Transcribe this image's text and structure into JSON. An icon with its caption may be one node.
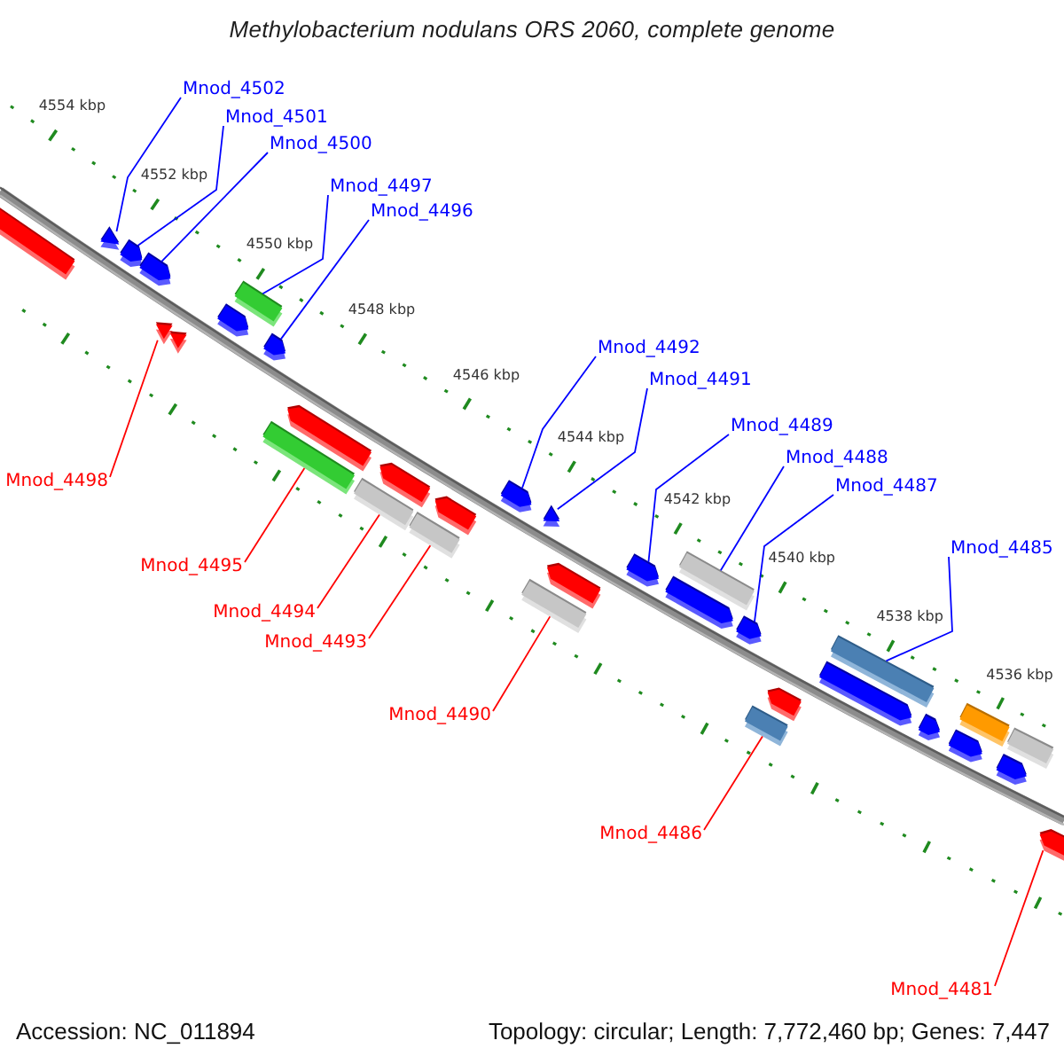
{
  "diagram": {
    "title": "Methylobacterium nodulans ORS 2060, complete genome",
    "nodes": [
      {
        "text": [
          "Mnod_4502"
        ]
      },
      {
        "text": [
          "Mnod_4501"
        ]
      },
      {
        "text": [
          "Mnod_4500"
        ]
      },
      {
        "text": [
          "Mnod_4497"
        ]
      },
      {
        "text": [
          "Mnod_4496"
        ]
      },
      {
        "text": [
          "Mnod_4492"
        ]
      },
      {
        "text": [
          "Mnod_4491"
        ]
      },
      {
        "text": [
          "Mnod_4489"
        ]
      },
      {
        "text": [
          "Mnod_4488"
        ]
      },
      {
        "text": [
          "Mnod_4487"
        ]
      },
      {
        "text": [
          "Mnod_4485"
        ]
      },
      {
        "text": [
          "Mnod_4498"
        ]
      },
      {
        "text": [
          "Mnod_4495"
        ]
      },
      {
        "text": [
          "Mnod_4494"
        ]
      },
      {
        "text": [
          "Mnod_4493"
        ]
      },
      {
        "text": [
          "Mnod_4490"
        ]
      },
      {
        "text": [
          "Mnod_4486"
        ]
      },
      {
        "text": [
          "Mnod_4481"
        ]
      },
      {
        "text": [],
        "shape": "pentagon"
      },
      {
        "text": [],
        "shape": "triangle"
      },
      {
        "text": [],
        "shape": "pentagon"
      },
      {
        "text": [],
        "shape": "pentagon"
      },
      {
        "text": [],
        "shape": "triangle"
      },
      {
        "text": [],
        "shape": "triangle"
      },
      {
        "text": [],
        "shape": "pentagon"
      },
      {
        "text": [],
        "shape": "bar"
      },
      {
        "text": [],
        "shape": "pentagon"
      },
      {
        "text": [],
        "shape": "bar"
      },
      {
        "text": [],
        "shape": "pentagon"
      },
      {
        "text": [],
        "shape": "bar"
      },
      {
        "text": [],
        "shape": "pentagon"
      },
      {
        "text": [],
        "shape": "bar"
      },
      {
        "text": [],
        "shape": "pentagon"
      },
      {
        "text": [],
        "shape": "pentagon"
      },
      {
        "text": [],
        "shape": "triangle"
      },
      {
        "text": [],
        "shape": "bar"
      },
      {
        "text": [],
        "shape": "pentagon"
      },
      {
        "text": [],
        "shape": "pentagon"
      },
      {
        "text": [],
        "shape": "bar"
      },
      {
        "text": [],
        "shape": "pentagon"
      },
      {
        "text": [],
        "shape": "pentagon"
      },
      {
        "text": [],
        "shape": "bar"
      },
      {
        "text": [],
        "shape": "pentagon"
      },
      {
        "text": [],
        "shape": "bar"
      },
      {
        "text": [],
        "shape": "pentagon"
      },
      {
        "text": [],
        "shape": "pentagon"
      },
      {
        "text": [],
        "shape": "bar"
      },
      {
        "text": [],
        "shape": "pentagon"
      },
      {
        "text": [],
        "shape": "bar"
      },
      {
        "text": [],
        "shape": "pentagon"
      },
      {
        "text": [],
        "shape": "pentagon"
      }
    ],
    "edges": [
      {
        "from": 0,
        "to": 19,
        "arrow": "none"
      },
      {
        "from": 1,
        "to": 20,
        "arrow": "none"
      },
      {
        "from": 2,
        "to": 21,
        "arrow": "none"
      },
      {
        "from": 3,
        "to": 25,
        "arrow": "none"
      },
      {
        "from": 4,
        "to": 26,
        "arrow": "none"
      },
      {
        "from": 5,
        "to": 33,
        "arrow": "none"
      },
      {
        "from": 6,
        "to": 34,
        "arrow": "none"
      },
      {
        "from": 7,
        "to": 37,
        "arrow": "none"
      },
      {
        "from": 8,
        "to": 38,
        "arrow": "none"
      },
      {
        "from": 9,
        "to": 40,
        "arrow": "none"
      },
      {
        "from": 10,
        "to": 43,
        "arrow": "none"
      },
      {
        "from": 11,
        "to": 22,
        "arrow": "none",
        "color": "#ff0000"
      },
      {
        "from": 12,
        "to": 27,
        "arrow": "none",
        "color": "#ff0000"
      },
      {
        "from": 13,
        "to": 29,
        "arrow": "none",
        "color": "#ff0000"
      },
      {
        "from": 14,
        "to": 31,
        "arrow": "none",
        "color": "#ff0000"
      },
      {
        "from": 15,
        "to": 35,
        "arrow": "none",
        "color": "#ff0000"
      },
      {
        "from": 16,
        "to": 41,
        "arrow": "none",
        "color": "#ff0000"
      },
      {
        "from": 17,
        "to": 50,
        "arrow": "none",
        "color": "#ff0000"
      }
    ],
    "labels": [
      "4554 kbp",
      "4552 kbp",
      "4550 kbp",
      "4548 kbp",
      "4546 kbp",
      "4544 kbp",
      "4542 kbp",
      "4540 kbp",
      "4538 kbp",
      "4536 kbp",
      "Accession: NC_011894",
      "Topology: circular; Length: 7,772,460 bp; Genes: 7,447"
    ]
  }
}
